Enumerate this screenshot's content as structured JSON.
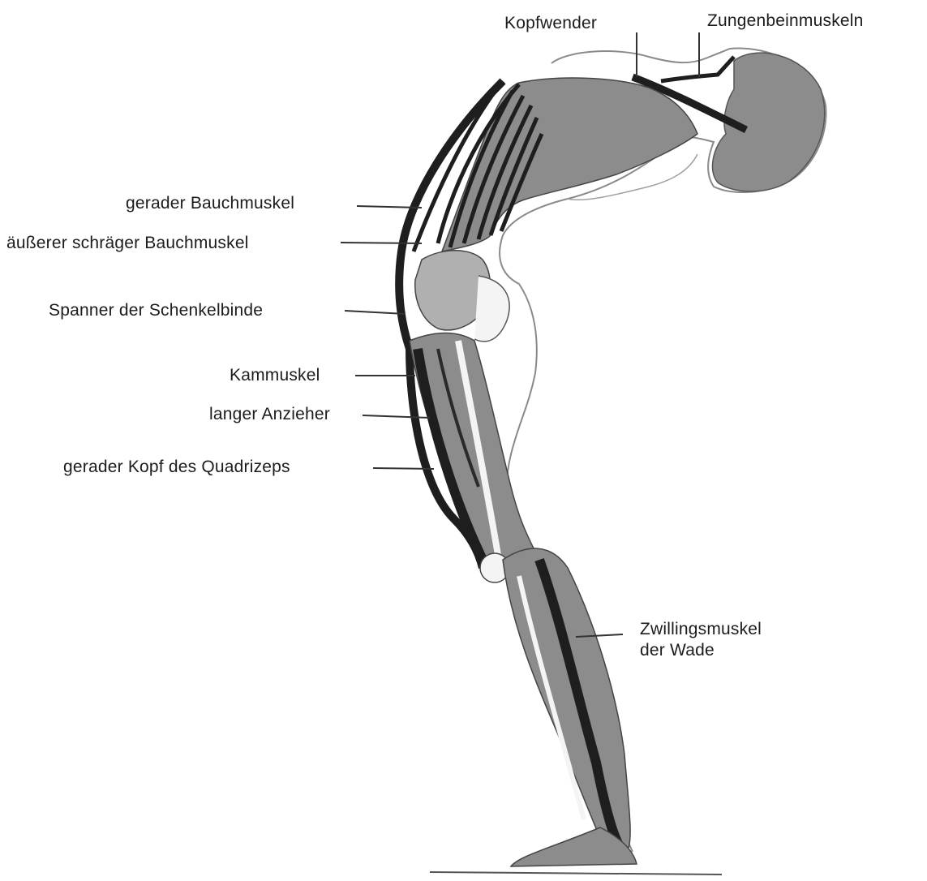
{
  "figure": {
    "colors": {
      "skin_outline": "#8a8a8a",
      "muscle_fill": "#8c8c8c",
      "muscle_dark": "#1e1e1e",
      "bone_fill": "#f4f4f4",
      "leader_line": "#333333",
      "ground": "#555555",
      "background": "#ffffff"
    },
    "labels": {
      "kopfwender": "Kopfwender",
      "zungenbeinmuskeln": "Zungenbeinmuskeln",
      "gerader_bauchmuskel": "gerader Bauchmuskel",
      "ausserer_schraeger_bauchmuskel": "äußerer schräger Bauchmuskel",
      "spanner_der_schenkelbinde": "Spanner der Schenkelbinde",
      "kammuskel": "Kammuskel",
      "langer_anzieher": "langer Anzieher",
      "gerader_kopf_des_quadrizeps": "gerader Kopf des Quadrizeps",
      "zwillingsmuskel_line1": "Zwillingsmuskel",
      "zwillingsmuskel_line2": "der Wade"
    }
  }
}
